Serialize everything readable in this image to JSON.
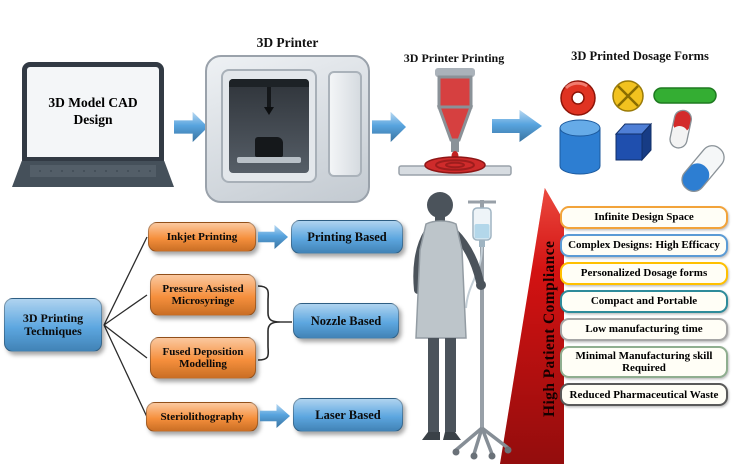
{
  "top_flow": {
    "laptop_text": "3D Model CAD Design",
    "printer_title": "3D Printer",
    "printing_title": "3D Printer Printing",
    "dosage_title": "3D Printed Dosage Forms",
    "dosage_forms": [
      "torus-tablet",
      "scored-round-tablet",
      "green-caplet",
      "blue-cylinder-tablet",
      "blue-cube-tablet",
      "red-white-capsule",
      "blue-white-capsule"
    ]
  },
  "techniques": {
    "root_label": "3D Printing Techniques",
    "methods": [
      {
        "label": "Inkjet Printing"
      },
      {
        "label": "Pressure Assisted Microsyringe"
      },
      {
        "label": "Fused Deposition Modelling"
      },
      {
        "label": "Steriolithography"
      }
    ],
    "categories": [
      {
        "label": "Printing Based"
      },
      {
        "label": "Nozzle Based"
      },
      {
        "label": "Laser Based"
      }
    ]
  },
  "compliance": {
    "banner_label": "High Patient Compliance",
    "benefits": [
      {
        "label": "Infinite Design Space",
        "border_color": "#f2a33a"
      },
      {
        "label": "Complex Designs: High Efficacy",
        "border_color": "#5b9bd5"
      },
      {
        "label": "Personalized Dosage forms",
        "border_color": "#ffc000"
      },
      {
        "label": "Compact and Portable",
        "border_color": "#2e8b9a"
      },
      {
        "label": "Low manufacturing time",
        "border_color": "#a6a6a6"
      },
      {
        "label": "Minimal Manufacturing skill Required",
        "border_color": "#8fae8f"
      },
      {
        "label": "Reduced Pharmaceutical Waste",
        "border_color": "#595959"
      }
    ]
  },
  "palette": {
    "arrow_blue": "#4f9fdd",
    "box_blue": "#4f9fdd",
    "box_orange": "#f5862c",
    "banner_red": "#d31212"
  }
}
